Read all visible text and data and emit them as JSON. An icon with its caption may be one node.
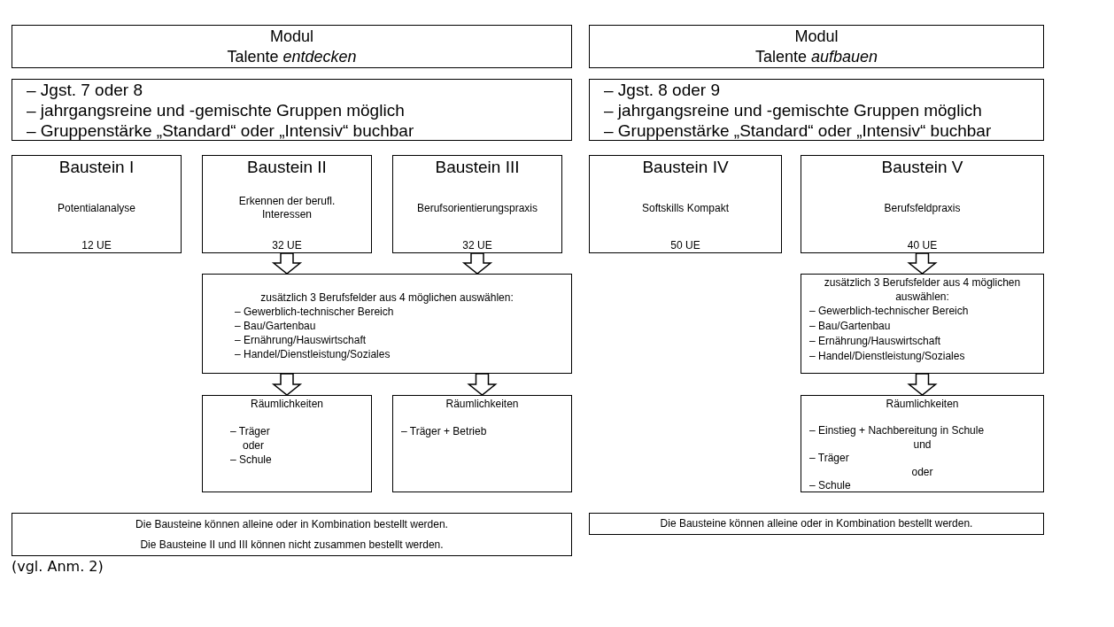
{
  "diagram": {
    "nodes": [
      {
        "text": [
          "Modul",
          "Talente *entdecken*"
        ]
      },
      {
        "text": [
          "Modul",
          "Talente *aufbauen*"
        ]
      },
      {
        "text": [
          "– Jgst. 7 oder 8",
          "– jahrgangsreine und -gemischte Gruppen möglich",
          "– Gruppenstärke „Standard“ oder „Intensiv“ buchbar"
        ]
      },
      {
        "text": [
          "– Jgst. 8 oder 9",
          "– jahrgangsreine und -gemischte Gruppen möglich",
          "– Gruppenstärke „Standard“ oder „Intensiv“ buchbar"
        ]
      },
      {
        "text": [
          "Baustein I",
          "Potentialanalyse",
          "12 UE"
        ]
      },
      {
        "text": [
          "Baustein II",
          "Erkennen der berufl. Interessen",
          "32 UE"
        ]
      },
      {
        "text": [
          "Baustein III",
          "Berufsorientierungspraxis",
          "32 UE"
        ]
      },
      {
        "text": [
          "Baustein IV",
          "Softskills Kompakt",
          "50 UE"
        ]
      },
      {
        "text": [
          "Baustein V",
          "Berufsfeldpraxis",
          "40 UE"
        ]
      },
      {
        "text": [
          "zusätzlich 3 Berufsfelder aus 4 möglichen auswählen:",
          "– Gewerblich-technischer Bereich",
          "– Bau/Gartenbau",
          "– Ernährung/Hauswirtschaft",
          "– Handel/Dienstleistung/Soziales"
        ]
      },
      {
        "text": [
          "Räumlichkeiten",
          "– Träger",
          "oder",
          "– Schule"
        ]
      },
      {
        "text": [
          "Räumlichkeiten",
          "– Träger + Betrieb"
        ]
      },
      {
        "text": [
          "zusätzlich 3 Berufsfelder aus 4 möglichen auswählen:",
          "– Gewerblich-technischer Bereich",
          "– Bau/Gartenbau",
          "– Ernährung/Hauswirtschaft",
          "– Handel/Dienstleistung/Soziales"
        ]
      },
      {
        "text": [
          "Räumlichkeiten",
          "– Einstieg + Nachbereitung in Schule",
          "und",
          "– Träger",
          "oder",
          "– Schule"
        ]
      },
      {
        "text": [
          "Die Bausteine können alleine oder in Kombination bestellt werden.",
          "Die Bausteine II und III können nicht zusammen bestellt werden."
        ]
      },
      {
        "text": [
          "Die Bausteine können alleine oder in Kombination bestellt werden."
        ]
      }
    ],
    "edges": [
      {
        "from": 5,
        "to": 9,
        "arrow": "to"
      },
      {
        "from": 6,
        "to": 9,
        "arrow": "to"
      },
      {
        "from": 9,
        "to": 10,
        "arrow": "to"
      },
      {
        "from": 9,
        "to": 11,
        "arrow": "to"
      },
      {
        "from": 8,
        "to": 12,
        "arrow": "to"
      },
      {
        "from": 12,
        "to": 13,
        "arrow": "to"
      }
    ],
    "labels": [
      "(vgl. Anm. 2)"
    ]
  }
}
